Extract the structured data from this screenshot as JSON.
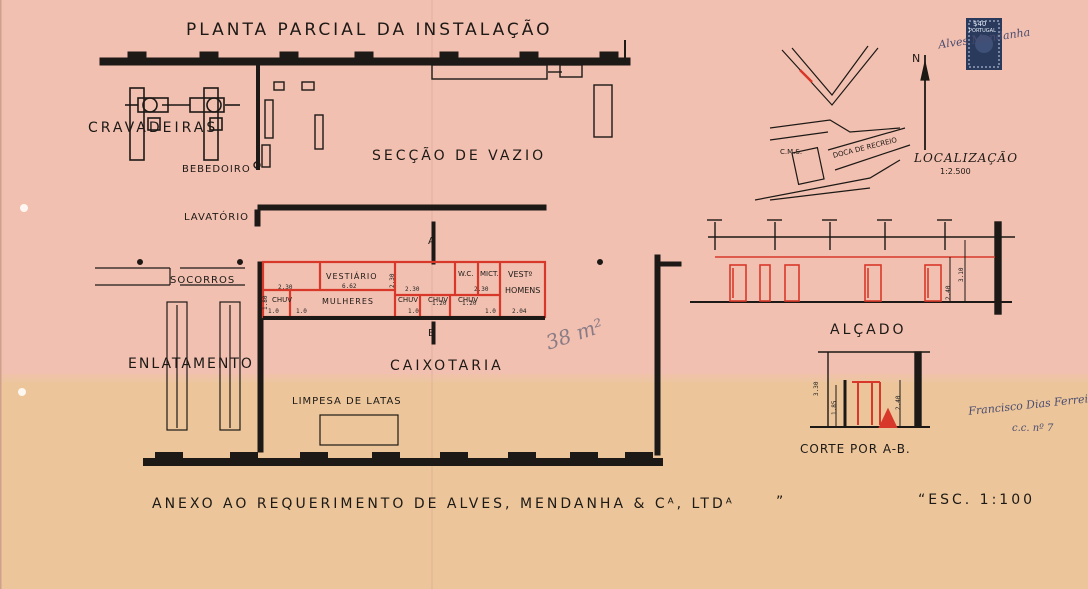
{
  "drawing": {
    "title": "PLANTA PARCIAL DA INSTALAÇÃO",
    "annex": "ANEXO AO REQUERIMENTO DE ALVES, MENDANHA & Cᴬ, LTDᴬ",
    "annex_quote": "”",
    "scale": "“ESC. 1:100",
    "area_note": "38 m²",
    "colors": {
      "paper_top": "#f2c0b0",
      "paper_bottom": "#ecc69a",
      "ink": "#1d1916",
      "red_ink": "#d8382a"
    }
  },
  "rooms": {
    "cravadeiras": "CRAVADEIRAS",
    "bebedouro": "BEBEDOIRO",
    "seccao_vazio": "SECÇÃO DE VAZIO",
    "lavatorio": "LAVATÓRIO",
    "socorros": "SOCORROS",
    "enlatamento": "ENLATAMENTO",
    "caixotaria": "CAIXOTARIA",
    "limpeza": "LIMPESA DE LATAS",
    "vestiario_mulheres_1": "VESTIÁRIO",
    "vestiario_mulheres_2": "MULHERES",
    "wc": "W.C.",
    "mict": "MICT.",
    "vestiario_homens_1": "VESTº",
    "vestiario_homens_2": "HOMENS",
    "chuv_1": "CHUV",
    "chuv_2": "CHUV",
    "chuv_3": "CHUV",
    "chuv_4": "CHUV"
  },
  "dimensions": {
    "d_vest_w": "6.62",
    "d_230_a": "2.30",
    "d_230_b": "2.30",
    "d_230_c": "2.30",
    "d_10_a": "1.0",
    "d_10_b": "1.0",
    "d_120_a": "1.20",
    "d_120_b": "1.20",
    "d_10_c": "1.0",
    "d_10_d": "1.0",
    "d_204": "2.04",
    "d_vert_a": "1.80",
    "d_vert_b": "2.30",
    "d_240_a": "2.40",
    "d_310_a": "3.10",
    "d_330": "3.30",
    "d_185": "1.85",
    "d_240_b": "2.40"
  },
  "section": {
    "marker_a": "A",
    "marker_b": "B",
    "alcado": "ALÇADO",
    "corte": "CORTE POR A-B."
  },
  "location": {
    "north": "N",
    "cms": "C.M.S.",
    "doca": "DOCA DE RECREIO",
    "title": "LOCALIZAÇÃO",
    "scale": "1:2.500"
  },
  "signatures": {
    "top_right": "Alves Mendanha",
    "bottom_right": "Francisco Dias Ferreira",
    "bottom_right_sub": "c.c. nº 7"
  },
  "stamp": {
    "country": "PORTUGAL",
    "value": "$40"
  }
}
